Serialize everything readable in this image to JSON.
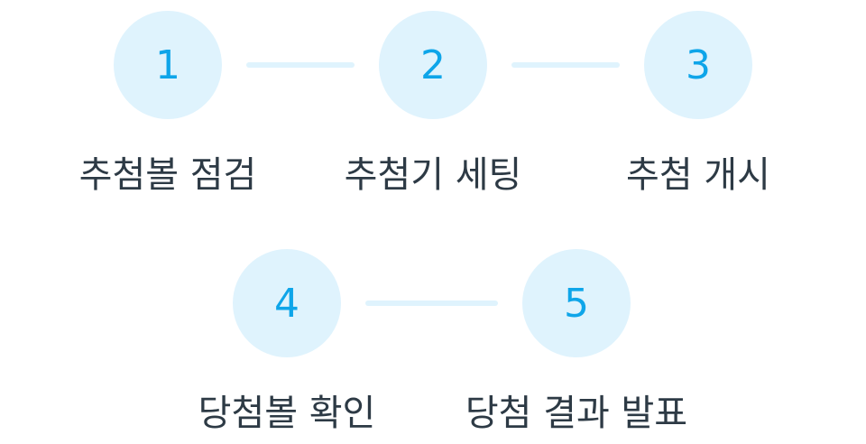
{
  "colors": {
    "circle_fill": "#dff3fd",
    "number_text": "#0ea5e9",
    "label_text": "#2d3a45",
    "connector": "#dff3fd"
  },
  "steps": [
    {
      "number": "1",
      "label": "추첨볼 점검"
    },
    {
      "number": "2",
      "label": "추첨기 세팅"
    },
    {
      "number": "3",
      "label": "추첨 개시"
    },
    {
      "number": "4",
      "label": "당첨볼 확인"
    },
    {
      "number": "5",
      "label": "당첨 결과 발표"
    }
  ]
}
